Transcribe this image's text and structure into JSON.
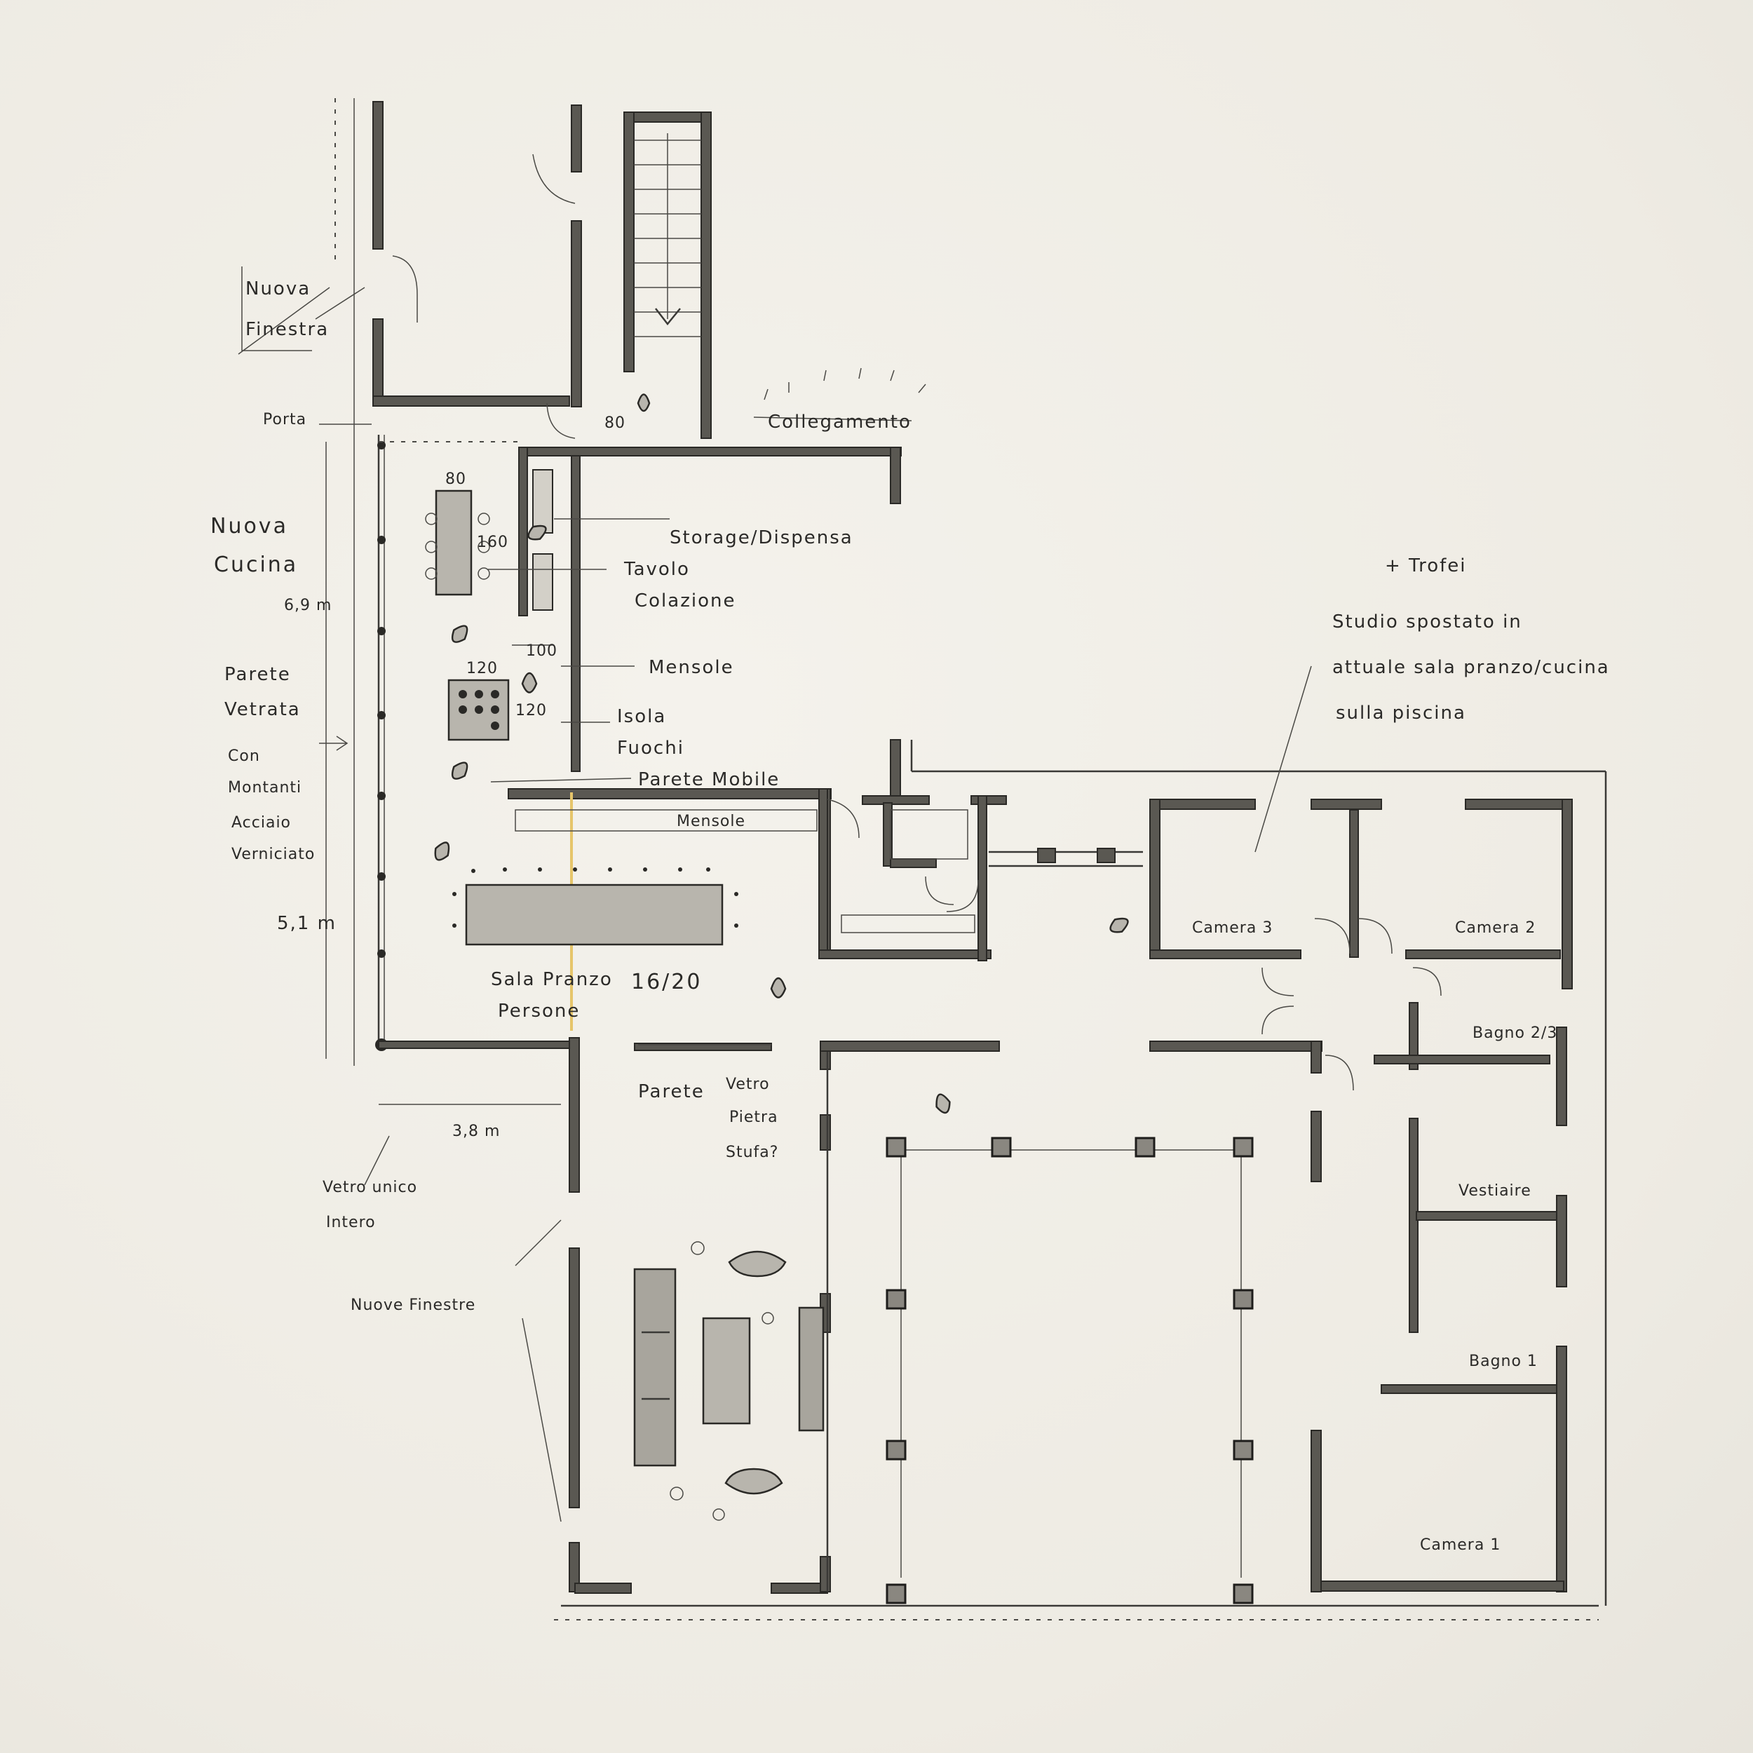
{
  "plan": {
    "labels": {
      "nuova_finestra": [
        "Nuova",
        "Finestra"
      ],
      "porta": "Porta",
      "nuova_cucina": [
        "Nuova",
        "Cucina"
      ],
      "dim_69": "6,9 m",
      "parete_vetrata": [
        "Parete",
        "Vetrata",
        "Con",
        "Montanti",
        "Acciaio",
        "Verniciato"
      ],
      "dim_51": "5,1 m",
      "dim_38": "3,8 m",
      "vetro_unico": [
        "Vetro unico",
        "Intero"
      ],
      "nuove_finestre": "Nuove Finestre",
      "dim_80_top": "80",
      "dim_80_door": "80",
      "collegamento": "Collegamento",
      "storage": "Storage/Dispensa",
      "tavolo_colazione": [
        "Tavolo",
        "Colazione"
      ],
      "dim_160": "160",
      "dim_100": "100",
      "mensole_1": "Mensole",
      "dim_120_a": "120",
      "dim_120_b": "120",
      "isola_fuochi": [
        "Isola",
        "Fuochi"
      ],
      "parete_mobile": "Parete Mobile",
      "mensole_2": "Mensole",
      "sala_pranzo": [
        "Sala Pranzo",
        "Persone"
      ],
      "sala_pranzo_count": "16/20",
      "parete_vetro": [
        "Parete",
        "Vetro",
        "Pietra",
        "Stufa?"
      ],
      "trofei": "+ Trofei",
      "studio_note": [
        "Studio spostato in",
        "attuale sala pranzo/cucina",
        "sulla piscina"
      ],
      "camera_3": "Camera 3",
      "camera_2": "Camera 2",
      "bagno_23": "Bagno 2/3",
      "vestiaire": "Vestiaire",
      "bagno_1": "Bagno 1",
      "camera_1": "Camera 1"
    }
  }
}
